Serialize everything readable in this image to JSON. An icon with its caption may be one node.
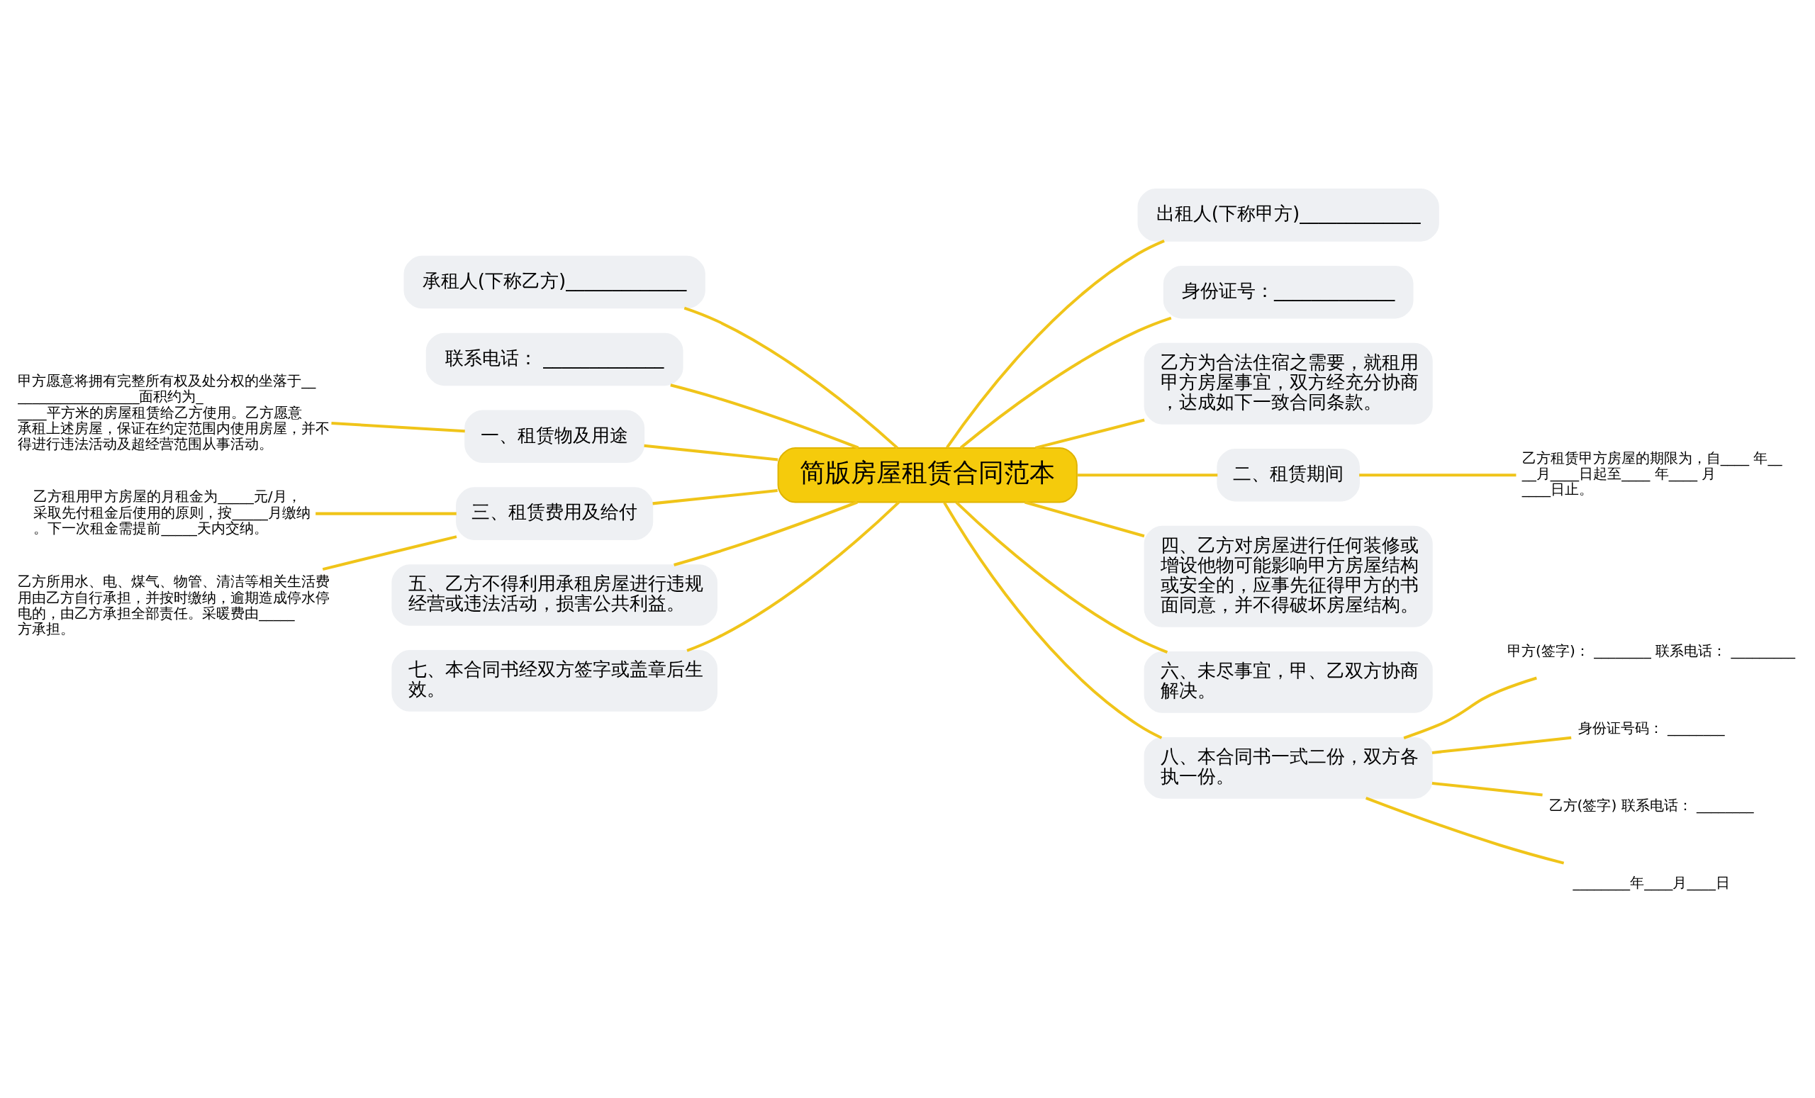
{
  "diagram": {
    "nodes": [
      {
        "text": [
          "简版房屋租赁合同范本"
        ]
      },
      {
        "text": [
          "出租人(下称甲方)_____________"
        ]
      },
      {
        "text": [
          "身份证号：_____________"
        ]
      },
      {
        "text": [
          "乙方为合法住宿之需要，就租用甲方房屋事宜，双方经充分协商，达成如下一致合同条款。"
        ]
      },
      {
        "text": [
          "二、租赁期间"
        ]
      },
      {
        "text": [
          "乙方租赁甲方房屋的期限为，自____ 年____月____日起至____ 年____ 月____日止。"
        ]
      },
      {
        "text": [
          "四、乙方对房屋进行任何装修或增设他物可能影响甲方房屋结构或安全的，应事先征得甲方的书面同意，并不得破坏房屋结构。"
        ]
      },
      {
        "text": [
          "六、未尽事宜，甲、乙双方协商解决。"
        ]
      },
      {
        "text": [
          "八、本合同书一式二份，双方各执一份。"
        ]
      },
      {
        "text": [
          "甲方(签字)： ________ 联系电话： _________"
        ]
      },
      {
        "text": [
          "身份证号码： ________"
        ]
      },
      {
        "text": [
          "乙方(签字) 联系电话： ________"
        ]
      },
      {
        "text": [
          "________年____月____日"
        ]
      },
      {
        "text": [
          "承租人(下称乙方)_____________"
        ]
      },
      {
        "text": [
          "联系电话： _____________"
        ]
      },
      {
        "text": [
          "一、租赁物及用途"
        ]
      },
      {
        "text": [
          "甲方愿意将拥有完整所有权及处分权的坐落于___________________面积约为_____平方米的房屋租赁给乙方使用。乙方愿意承租上述房屋，保证在约定范围内使用房屋，并不得进行违法活动及超经营范围从事活动。"
        ]
      },
      {
        "text": [
          "三、租赁费用及给付"
        ]
      },
      {
        "text": [
          "乙方租用甲方房屋的月租金为_____元/月，采取先付租金后使用的原则，按_____月缴纳。下一次租金需提前_____天内交纳。"
        ]
      },
      {
        "text": [
          "乙方所用水、电、煤气、物管、清洁等相关生活费用由乙方自行承担，并按时缴纳，逾期造成停水停电的，由乙方承担全部责任。采暖费由_____方承担。"
        ]
      },
      {
        "text": [
          "五、乙方不得利用承租房屋进行违规经营或违法活动，损害公共利益。"
        ]
      },
      {
        "text": [
          "七、本合同书经双方签字或盖章后生效。"
        ]
      }
    ],
    "edges": [
      {
        "from": 0,
        "to": 1,
        "arrow": "none"
      },
      {
        "from": 0,
        "to": 2,
        "arrow": "none"
      },
      {
        "from": 0,
        "to": 3,
        "arrow": "none"
      },
      {
        "from": 0,
        "to": 4,
        "arrow": "none"
      },
      {
        "from": 4,
        "to": 5,
        "arrow": "none"
      },
      {
        "from": 0,
        "to": 6,
        "arrow": "none"
      },
      {
        "from": 0,
        "to": 7,
        "arrow": "none"
      },
      {
        "from": 0,
        "to": 8,
        "arrow": "none"
      },
      {
        "from": 8,
        "to": 9,
        "arrow": "none"
      },
      {
        "from": 8,
        "to": 10,
        "arrow": "none"
      },
      {
        "from": 8,
        "to": 11,
        "arrow": "none"
      },
      {
        "from": 8,
        "to": 12,
        "arrow": "none"
      },
      {
        "from": 0,
        "to": 13,
        "arrow": "none"
      },
      {
        "from": 0,
        "to": 14,
        "arrow": "none"
      },
      {
        "from": 0,
        "to": 15,
        "arrow": "none"
      },
      {
        "from": 15,
        "to": 16,
        "arrow": "none"
      },
      {
        "from": 0,
        "to": 17,
        "arrow": "none"
      },
      {
        "from": 17,
        "to": 18,
        "arrow": "none"
      },
      {
        "from": 17,
        "to": 19,
        "arrow": "none"
      },
      {
        "from": 0,
        "to": 20,
        "arrow": "none"
      },
      {
        "from": 0,
        "to": 21,
        "arrow": "none"
      }
    ]
  }
}
